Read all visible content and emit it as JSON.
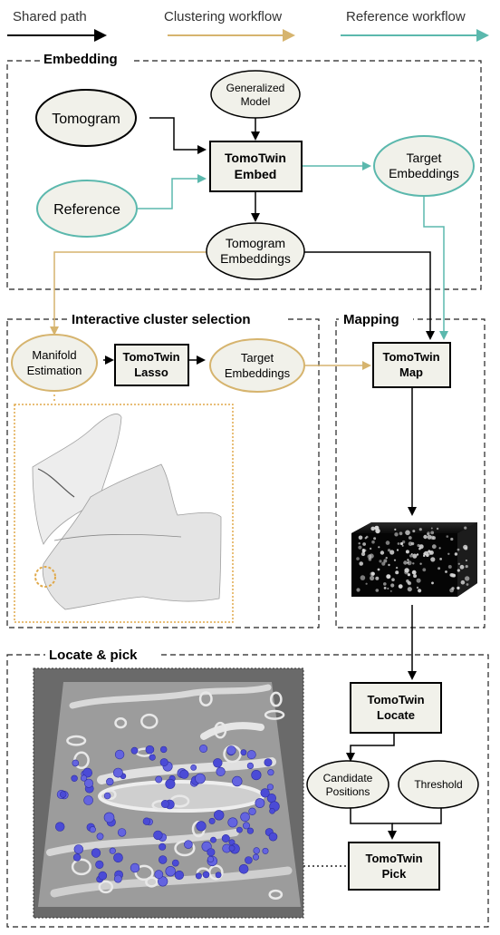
{
  "legend": {
    "shared": "Shared path",
    "clustering": "Clustering workflow",
    "reference": "Reference workflow"
  },
  "colors": {
    "shared": "#000000",
    "clustering": "#d6b46e",
    "reference": "#5bb8ad",
    "node_fill": "#f1f1ea",
    "manifold_border": "#e0a94a"
  },
  "sections": {
    "embedding": "Embedding",
    "cluster": "Interactive cluster selection",
    "mapping": "Mapping",
    "locate": "Locate & pick"
  },
  "nodes": {
    "tomogram": "Tomogram",
    "generalized_model": [
      "Generalized",
      "Model"
    ],
    "embed": [
      "TomoTwin",
      "Embed"
    ],
    "target_embeddings_ref": [
      "Target",
      "Embeddings"
    ],
    "reference": "Reference",
    "tomogram_embeddings": [
      "Tomogram",
      "Embeddings"
    ],
    "manifold": [
      "Manifold",
      "Estimation"
    ],
    "lasso": [
      "TomoTwin",
      "Lasso"
    ],
    "target_embeddings_cluster": [
      "Target",
      "Embeddings"
    ],
    "map": [
      "TomoTwin",
      "Map"
    ],
    "locate": [
      "TomoTwin",
      "Locate"
    ],
    "candidate_positions": [
      "Candidate",
      "Positions"
    ],
    "threshold": "Threshold",
    "pick": [
      "TomoTwin",
      "Pick"
    ]
  }
}
